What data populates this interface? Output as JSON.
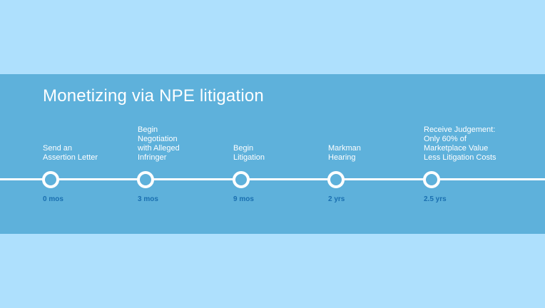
{
  "title": "Monetizing via NPE litigation",
  "milestones": [
    {
      "label": "Send an\nAssertion Letter",
      "time": "0 mos"
    },
    {
      "label": "Begin\nNegotiation\nwith Alleged\nInfringer",
      "time": "3 mos"
    },
    {
      "label": "Begin\nLitigation",
      "time": "9 mos"
    },
    {
      "label": "Markman\nHearing",
      "time": "2 yrs"
    },
    {
      "label": "Receive Judgement:\nOnly 60% of\nMarketplace Value\nLess Litigation Costs",
      "time": "2.5 yrs"
    }
  ],
  "colors": {
    "page_background": "#aee0fd",
    "band_background": "#5eb1db",
    "track": "#ffffff",
    "time_text": "#1a6fb0"
  }
}
